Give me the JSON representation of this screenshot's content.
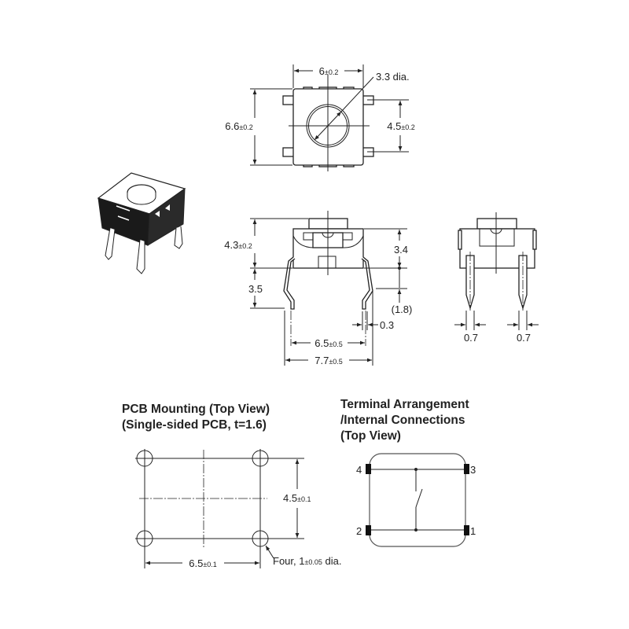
{
  "top_view": {
    "width": {
      "main": "6",
      "tol": "±0.2"
    },
    "height": {
      "main": "6.6",
      "tol": "±0.2"
    },
    "pitch": {
      "main": "4.5",
      "tol": "±0.2"
    },
    "button_dia": "3.3 dia."
  },
  "side_view": {
    "height": {
      "main": "4.3",
      "tol": "±0.2"
    },
    "body_height": "3.4",
    "lead_length": "3.5",
    "lead_bend": "(1.8)",
    "lead_thickness": "0.3",
    "lead_pitch": {
      "main": "6.5",
      "tol": "±0.5"
    },
    "overall_width": {
      "main": "7.7",
      "tol": "±0.5"
    }
  },
  "end_view": {
    "pin_width_left": "0.7",
    "pin_width_right": "0.7"
  },
  "pcb_mounting": {
    "title_line1": "PCB Mounting (Top View)",
    "title_line2": "(Single-sided PCB, t=1.6)",
    "pitch_y": {
      "main": "4.5",
      "tol": "±0.1"
    },
    "pitch_x": {
      "main": "6.5",
      "tol": "±0.1"
    },
    "holes": {
      "prefix": "Four, 1",
      "tol": "±0.05",
      "suffix": " dia."
    }
  },
  "terminal_arrangement": {
    "title_line1": "Terminal Arrangement",
    "title_line2": "/Internal Connections",
    "title_line3": "(Top View)",
    "pins": [
      "4",
      "3",
      "2",
      "1"
    ]
  }
}
